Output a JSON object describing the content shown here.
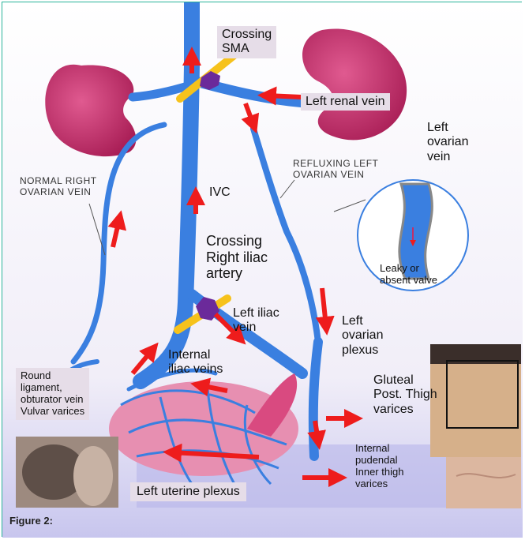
{
  "labels": {
    "crossing_sma": "Crossing\nSMA",
    "left_renal_vein": "Left renal vein",
    "left_ovarian_vein": "Left\novarian\nvein",
    "normal_right_ovarian_vein": "NORMAL RIGHT\nOVARIAN VEIN",
    "refluxing_left_ovarian_vein": "REFLUXING LEFT\nOVARIAN VEIN",
    "ivc": "IVC",
    "crossing_right_iliac_artery": "Crossing\nRight iliac\nartery",
    "leaky_valve": "Leaky or\nabsent valve",
    "left_iliac_vein": "Left iliac\nvein",
    "left_ovarian_plexus": "Left\novarian\nplexus",
    "internal_iliac_veins": "Internal\niliac veins",
    "gluteal_varices": "Gluteal\nPost. Thigh\nvarices",
    "round_ligament": "Round\nligament,\nobturator vein\nVulvar varices",
    "internal_pudendal": "Internal\npudendal\nInner thigh\nvarices",
    "left_uterine_plexus": "Left uterine plexus"
  },
  "caption": "Figure 2:",
  "colors": {
    "vein": "#3a7fe0",
    "kidney": "#c0306a",
    "arrow": "#ee1c1c",
    "artery": "#f6c21c",
    "label_box": "#e6dde8",
    "frame": "#2bb39a"
  }
}
